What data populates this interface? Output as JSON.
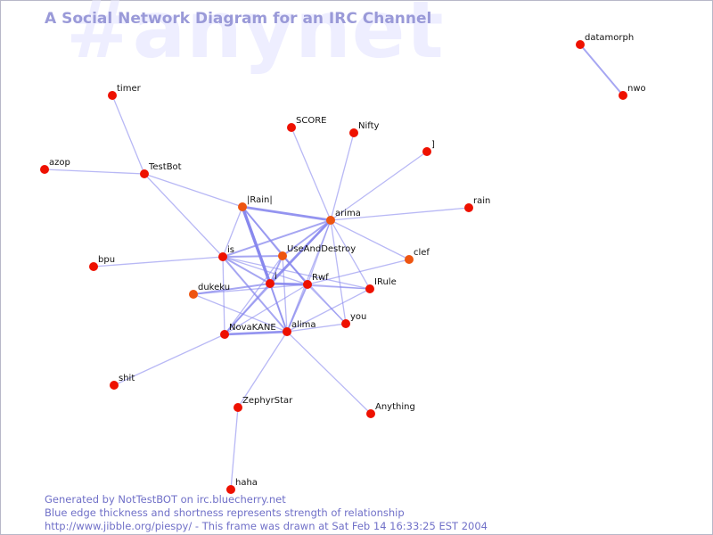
{
  "watermark": "#anynet",
  "title": "A Social Network Diagram for an IRC Channel",
  "footer": {
    "line1": "Generated by NotTestBOT on irc.bluecherry.net",
    "line2": "Blue edge thickness and shortness represents strength of relationship",
    "line3": "http://www.jibble.org/piespy/ - This frame was drawn at Sat Feb 14 16:33:25 EST 2004"
  },
  "colors": {
    "node": "#ee1100",
    "node_orange": "#ee5511",
    "edge": "#8888ee",
    "title": "#9a9ad8",
    "footer": "#7070c8"
  },
  "nodes": [
    {
      "id": "timer",
      "label": "timer"
    },
    {
      "id": "azop",
      "label": "azop"
    },
    {
      "id": "TestBot",
      "label": "TestBot"
    },
    {
      "id": "Rain",
      "label": "|Rain|"
    },
    {
      "id": "arima",
      "label": "arima"
    },
    {
      "id": "SCORE",
      "label": "SCORE"
    },
    {
      "id": "Nifty",
      "label": "Nifty"
    },
    {
      "id": "bracket",
      "label": "]"
    },
    {
      "id": "rain",
      "label": "rain"
    },
    {
      "id": "clef",
      "label": "clef"
    },
    {
      "id": "IRule",
      "label": "IRule"
    },
    {
      "id": "you",
      "label": "you"
    },
    {
      "id": "is",
      "label": "is"
    },
    {
      "id": "UseAndDestroy",
      "label": "UseAndDestroy"
    },
    {
      "id": "i",
      "label": "i"
    },
    {
      "id": "Rwf",
      "label": "Rwf"
    },
    {
      "id": "dukeku",
      "label": "dukeku"
    },
    {
      "id": "bpu",
      "label": "bpu"
    },
    {
      "id": "NovaKANE",
      "label": "NovaKANE"
    },
    {
      "id": "alima",
      "label": "alima"
    },
    {
      "id": "shit",
      "label": "shit"
    },
    {
      "id": "ZephyrStar",
      "label": "ZephyrStar"
    },
    {
      "id": "Anything",
      "label": "Anything"
    },
    {
      "id": "haha",
      "label": "haha"
    },
    {
      "id": "datamorph",
      "label": "datamorph"
    },
    {
      "id": "nwo",
      "label": "nwo"
    }
  ],
  "edges": [
    {
      "from": "timer",
      "to": "TestBot",
      "strength": 1
    },
    {
      "from": "azop",
      "to": "TestBot",
      "strength": 1
    },
    {
      "from": "TestBot",
      "to": "Rain",
      "strength": 1
    },
    {
      "from": "TestBot",
      "to": "is",
      "strength": 1
    },
    {
      "from": "Rain",
      "to": "arima",
      "strength": 3
    },
    {
      "from": "Rain",
      "to": "i",
      "strength": 4
    },
    {
      "from": "Rain",
      "to": "is",
      "strength": 1
    },
    {
      "from": "Rain",
      "to": "Rwf",
      "strength": 2
    },
    {
      "from": "Rain",
      "to": "UseAndDestroy",
      "strength": 1
    },
    {
      "from": "Rain",
      "to": "alima",
      "strength": 1
    },
    {
      "from": "arima",
      "to": "SCORE",
      "strength": 1
    },
    {
      "from": "arima",
      "to": "Nifty",
      "strength": 1
    },
    {
      "from": "arima",
      "to": "bracket",
      "strength": 1
    },
    {
      "from": "arima",
      "to": "rain",
      "strength": 1
    },
    {
      "from": "arima",
      "to": "clef",
      "strength": 1
    },
    {
      "from": "arima",
      "to": "IRule",
      "strength": 1
    },
    {
      "from": "arima",
      "to": "you",
      "strength": 1
    },
    {
      "from": "arima",
      "to": "is",
      "strength": 2
    },
    {
      "from": "arima",
      "to": "UseAndDestroy",
      "strength": 2
    },
    {
      "from": "arima",
      "to": "i",
      "strength": 3
    },
    {
      "from": "arima",
      "to": "Rwf",
      "strength": 1
    },
    {
      "from": "arima",
      "to": "alima",
      "strength": 1
    },
    {
      "from": "arima",
      "to": "NovaKANE",
      "strength": 1
    },
    {
      "from": "is",
      "to": "bpu",
      "strength": 1
    },
    {
      "from": "is",
      "to": "UseAndDestroy",
      "strength": 2
    },
    {
      "from": "is",
      "to": "i",
      "strength": 2
    },
    {
      "from": "is",
      "to": "Rwf",
      "strength": 1
    },
    {
      "from": "is",
      "to": "NovaKANE",
      "strength": 1
    },
    {
      "from": "is",
      "to": "alima",
      "strength": 2
    },
    {
      "from": "is",
      "to": "IRule",
      "strength": 1
    },
    {
      "from": "UseAndDestroy",
      "to": "i",
      "strength": 2
    },
    {
      "from": "UseAndDestroy",
      "to": "Rwf",
      "strength": 1
    },
    {
      "from": "UseAndDestroy",
      "to": "alima",
      "strength": 1
    },
    {
      "from": "UseAndDestroy",
      "to": "you",
      "strength": 1
    },
    {
      "from": "UseAndDestroy",
      "to": "NovaKANE",
      "strength": 1
    },
    {
      "from": "i",
      "to": "Rwf",
      "strength": 3
    },
    {
      "from": "i",
      "to": "dukeku",
      "strength": 2
    },
    {
      "from": "i",
      "to": "NovaKANE",
      "strength": 2
    },
    {
      "from": "i",
      "to": "alima",
      "strength": 2
    },
    {
      "from": "i",
      "to": "IRule",
      "strength": 1
    },
    {
      "from": "Rwf",
      "to": "IRule",
      "strength": 1
    },
    {
      "from": "Rwf",
      "to": "you",
      "strength": 1
    },
    {
      "from": "Rwf",
      "to": "alima",
      "strength": 2
    },
    {
      "from": "Rwf",
      "to": "NovaKANE",
      "strength": 1
    },
    {
      "from": "Rwf",
      "to": "dukeku",
      "strength": 1
    },
    {
      "from": "Rwf",
      "to": "clef",
      "strength": 1
    },
    {
      "from": "dukeku",
      "to": "alima",
      "strength": 1
    },
    {
      "from": "NovaKANE",
      "to": "alima",
      "strength": 3
    },
    {
      "from": "NovaKANE",
      "to": "shit",
      "strength": 1
    },
    {
      "from": "alima",
      "to": "you",
      "strength": 1
    },
    {
      "from": "alima",
      "to": "Anything",
      "strength": 1
    },
    {
      "from": "alima",
      "to": "ZephyrStar",
      "strength": 1
    },
    {
      "from": "alima",
      "to": "IRule",
      "strength": 1
    },
    {
      "from": "ZephyrStar",
      "to": "haha",
      "strength": 1
    },
    {
      "from": "datamorph",
      "to": "nwo",
      "strength": 2
    }
  ]
}
